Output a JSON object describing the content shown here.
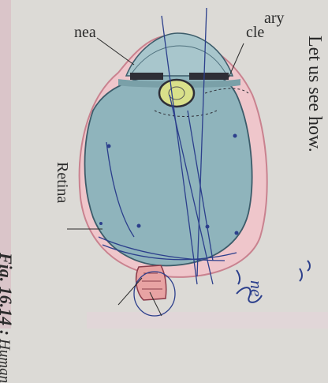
{
  "labels": {
    "ciliary_partial": "ary",
    "muscle_partial": "cle",
    "cornea_partial": "nea",
    "retina": "Retina"
  },
  "caption": {
    "figure_number": "Fig. 16.14 :",
    "text_partial": "Human"
  },
  "side_text": "Let us see how.",
  "handwriting": "ne",
  "colors": {
    "page": "#dcdad6",
    "eyeball_fill": "#8fb4bc",
    "sclera": "#e7a0aa",
    "lens": "#d9e08a",
    "pen_ink": "#2c3f8c"
  }
}
